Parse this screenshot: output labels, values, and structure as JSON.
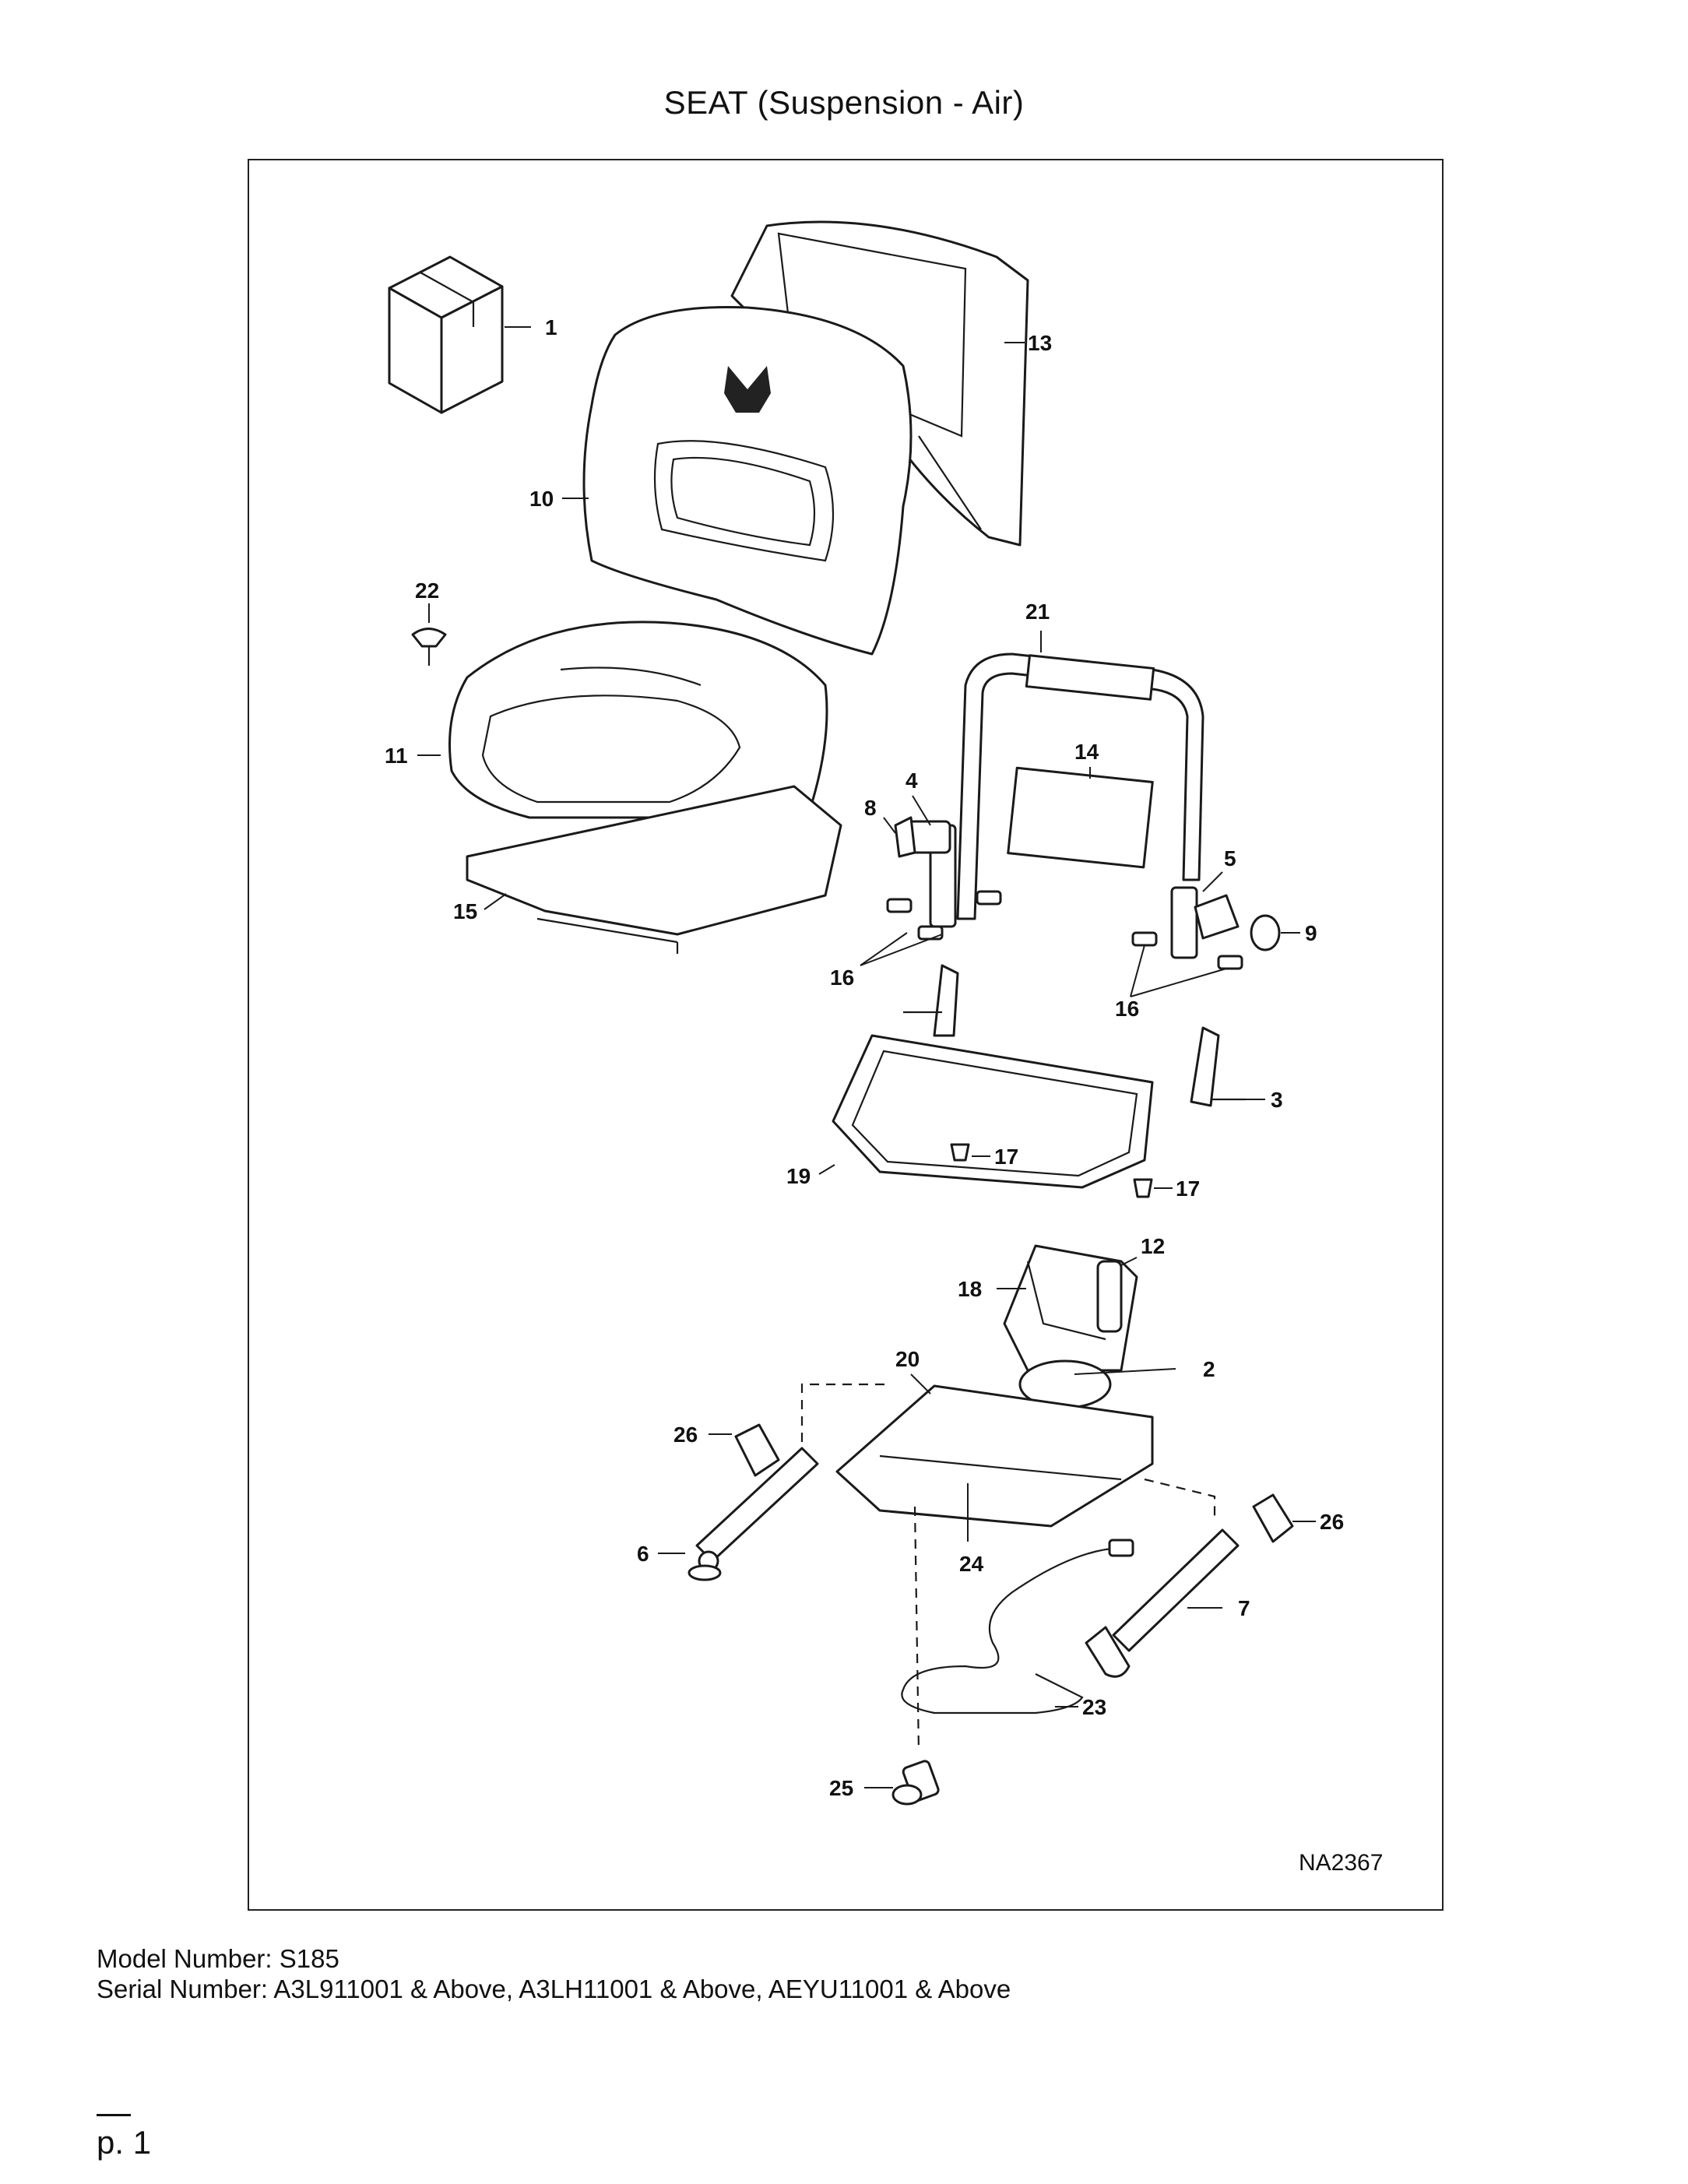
{
  "title": "SEAT (Suspension - Air)",
  "drawing_code": "NA2367",
  "callouts": {
    "c1": "1",
    "c2": "2",
    "c3": "3",
    "c4": "4",
    "c5": "5",
    "c6": "6",
    "c7": "7",
    "c8": "8",
    "c9": "9",
    "c10": "10",
    "c11": "11",
    "c12": "12",
    "c13": "13",
    "c14": "14",
    "c15": "15",
    "c16a": "16",
    "c16b": "16",
    "c17a": "17",
    "c17b": "17",
    "c18": "18",
    "c19": "19",
    "c20": "20",
    "c21": "21",
    "c22": "22",
    "c23": "23",
    "c24": "24",
    "c25": "25",
    "c26a": "26",
    "c26b": "26"
  },
  "footer": {
    "model": "Model Number: S185",
    "serial": "Serial Number: A3L911001 & Above, A3LH11001 & Above, AEYU11001 & Above"
  },
  "page": "p. 1",
  "icons": [
    "box-icon",
    "bobcat-logo-icon"
  ]
}
